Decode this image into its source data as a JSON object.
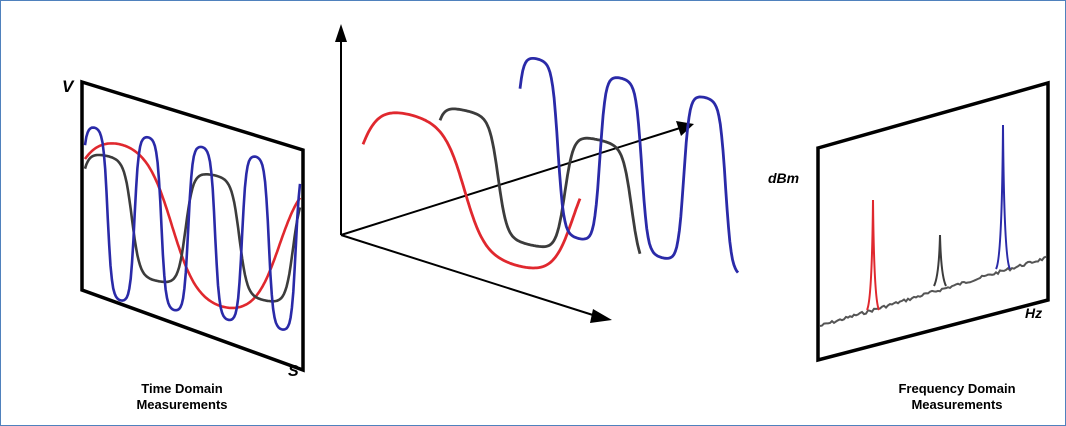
{
  "colors": {
    "frame_border": "#4f81bd",
    "red_signal": "#e0282e",
    "gray_signal": "#3c3c3c",
    "blue_signal": "#2a2aa8",
    "noise_floor": "#555555"
  },
  "time_domain": {
    "y_axis_label": "V",
    "x_axis_label": "S",
    "caption_line1": "Time Domain",
    "caption_line2": "Measurements"
  },
  "frequency_domain": {
    "y_axis_label": "dBm",
    "x_axis_label": "Hz",
    "caption_line1": "Frequency Domain",
    "caption_line2": "Measurements"
  }
}
